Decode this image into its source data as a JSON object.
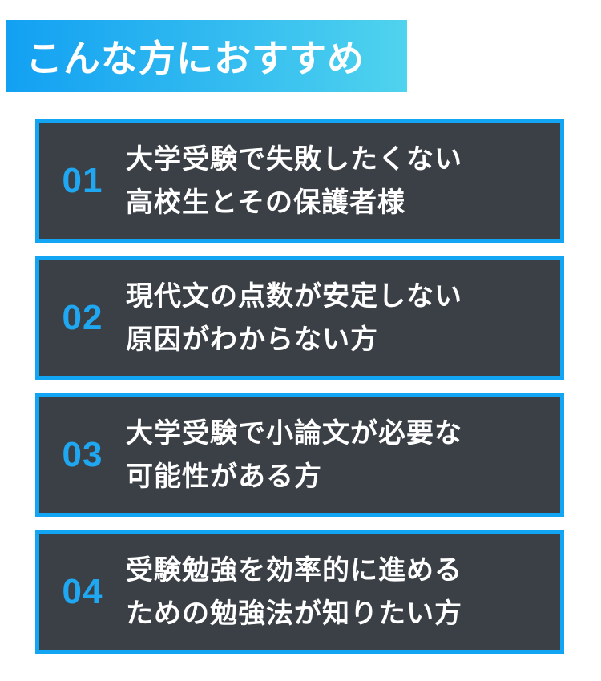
{
  "header": {
    "title": "こんな方におすすめ"
  },
  "items": [
    {
      "number": "01",
      "lines": [
        "大学受験で失敗したくない",
        "高校生とその保護者様"
      ]
    },
    {
      "number": "02",
      "lines": [
        "現代文の点数が安定しない",
        "原因がわからない方"
      ]
    },
    {
      "number": "03",
      "lines": [
        "大学受験で小論文が必要な",
        "可能性がある方"
      ]
    },
    {
      "number": "04",
      "lines": [
        "受験勉強を効率的に進める",
        "ための勉強法が知りたい方"
      ]
    }
  ],
  "colors": {
    "accent": "#12a5f4",
    "card_bg": "#3b4046",
    "banner_start": "#12a0f2",
    "banner_end": "#4fd3ee"
  }
}
